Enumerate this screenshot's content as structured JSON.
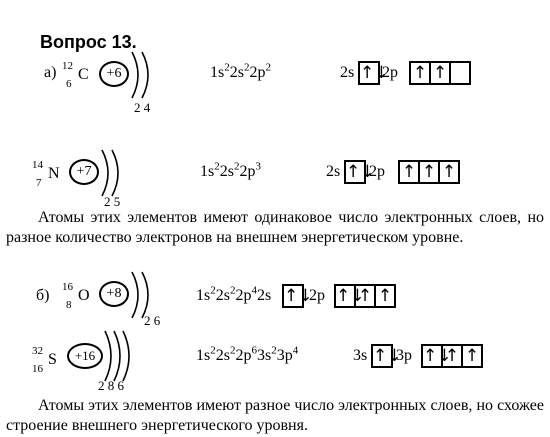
{
  "title": "Вопрос 13.",
  "section_a": "а)",
  "section_b": "б)",
  "carbon": {
    "mass": "12",
    "z": "6",
    "symbol": "C",
    "nucleus": "+6",
    "shells": "2 4",
    "config_html": "1s<sup>2</sup>2s<sup>2</sup>2p<sup>2</sup>",
    "s_label": "2s",
    "p_label": "2p",
    "s_cells": [
      "↑↓"
    ],
    "p_cells": [
      "↑",
      "↑",
      ""
    ]
  },
  "nitrogen": {
    "mass": "14",
    "z": "7",
    "symbol": "N",
    "nucleus": "+7",
    "shells": "2 5",
    "config_html": "1s<sup>2</sup>2s<sup>2</sup>2p<sup>3</sup>",
    "s_label": "2s",
    "p_label": "2p",
    "s_cells": [
      "↑↓"
    ],
    "p_cells": [
      "↑",
      "↑",
      "↑"
    ]
  },
  "paragraph1": "Атомы этих элементов имеют одинаковое число электронных слоев, но разное количество электронов на внешнем энергетическом уровне.",
  "oxygen": {
    "mass": "16",
    "z": "8",
    "symbol": "O",
    "nucleus": "+8",
    "shells": "2 6",
    "config_html": "1s<sup>2</sup>2s<sup>2</sup>2p<sup>4</sup>2s",
    "s_label": "2s",
    "p_label": "2p",
    "s_cells": [
      "↑↓"
    ],
    "p_cells": [
      "↑↓",
      "↑",
      "↑"
    ]
  },
  "sulfur": {
    "mass": "32",
    "z": "16",
    "symbol": "S",
    "nucleus": "+16",
    "shells": "2 8 6",
    "config_html": "1s<sup>2</sup>2s<sup>2</sup>2p<sup>6</sup>3s<sup>2</sup>3p<sup>4</sup>",
    "s_label": "3s",
    "p_label": "3p",
    "s_cells": [
      "↑↓"
    ],
    "p_cells": [
      "↑↓",
      "↑",
      "↑"
    ]
  },
  "paragraph2": "Атомы этих элементов имеют разное число электронных слоев, но схожее строение внешнего энергетического уровня."
}
